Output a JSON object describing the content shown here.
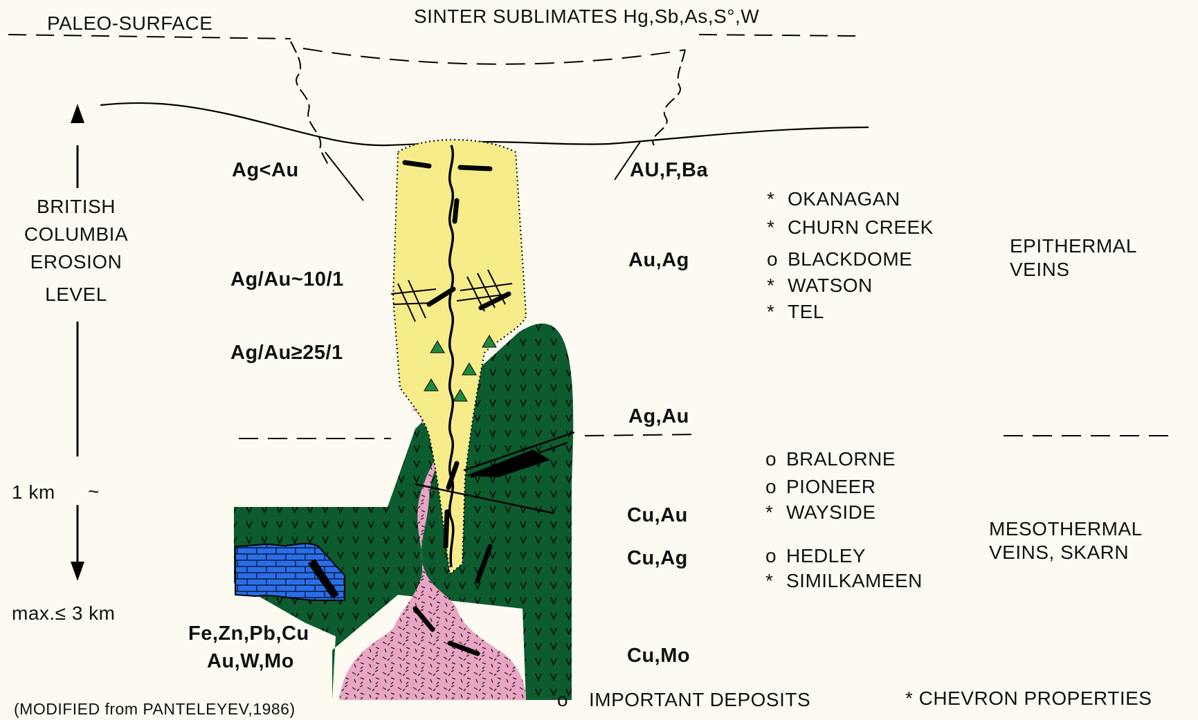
{
  "title_left": "PALEO-SURFACE",
  "title_top": "SINTER SUBLIMATES Hg,Sb,As,S°,W",
  "erosion_label": [
    "BRITISH",
    "COLUMBIA",
    "EROSION",
    "LEVEL"
  ],
  "scale": {
    "one_km": "1 km",
    "tilde": "~",
    "max_depth": "max.≤ 3 km"
  },
  "ratio_labels": [
    "Ag<Au",
    "Ag/Au~10/1",
    "Ag/Au≥25/1"
  ],
  "metal_labels": [
    "AU,F,Ba",
    "Au,Ag",
    "Ag,Au",
    "Cu,Au",
    "Cu,Ag",
    "Cu,Mo"
  ],
  "skarn_metals": [
    "Fe,Zn,Pb,Cu",
    "Au,W,Mo"
  ],
  "epithermal_deposits": [
    {
      "marker": "*",
      "name": "OKANAGAN"
    },
    {
      "marker": "*",
      "name": "CHURN CREEK"
    },
    {
      "marker": "o",
      "name": "BLACKDOME"
    },
    {
      "marker": "*",
      "name": "WATSON"
    },
    {
      "marker": "*",
      "name": "TEL"
    }
  ],
  "mesothermal_deposits": [
    {
      "marker": "o",
      "name": "BRALORNE"
    },
    {
      "marker": "o",
      "name": "PIONEER"
    },
    {
      "marker": "*",
      "name": "WAYSIDE"
    },
    {
      "marker": "o",
      "name": "HEDLEY"
    },
    {
      "marker": "*",
      "name": "SIMILKAMEEN"
    }
  ],
  "zone_labels": {
    "epithermal": [
      "EPITHERMAL",
      "VEINS"
    ],
    "mesothermal": [
      "MESOTHERMAL",
      "VEINS, SKARN"
    ]
  },
  "legend": {
    "important_marker": "o",
    "important": "IMPORTANT DEPOSITS",
    "chevron": "* CHEVRON PROPERTIES"
  },
  "source": "(MODIFIED from PANTELEYEV,1986)",
  "colors": {
    "background": "#fdfbf1",
    "epithermal_zone": "#f7ec8a",
    "volcanic_host": "#0c5c30",
    "intrusion": "#eaa4c4",
    "limestone": "#2a6ee8",
    "markers": "#1f8a3e"
  }
}
